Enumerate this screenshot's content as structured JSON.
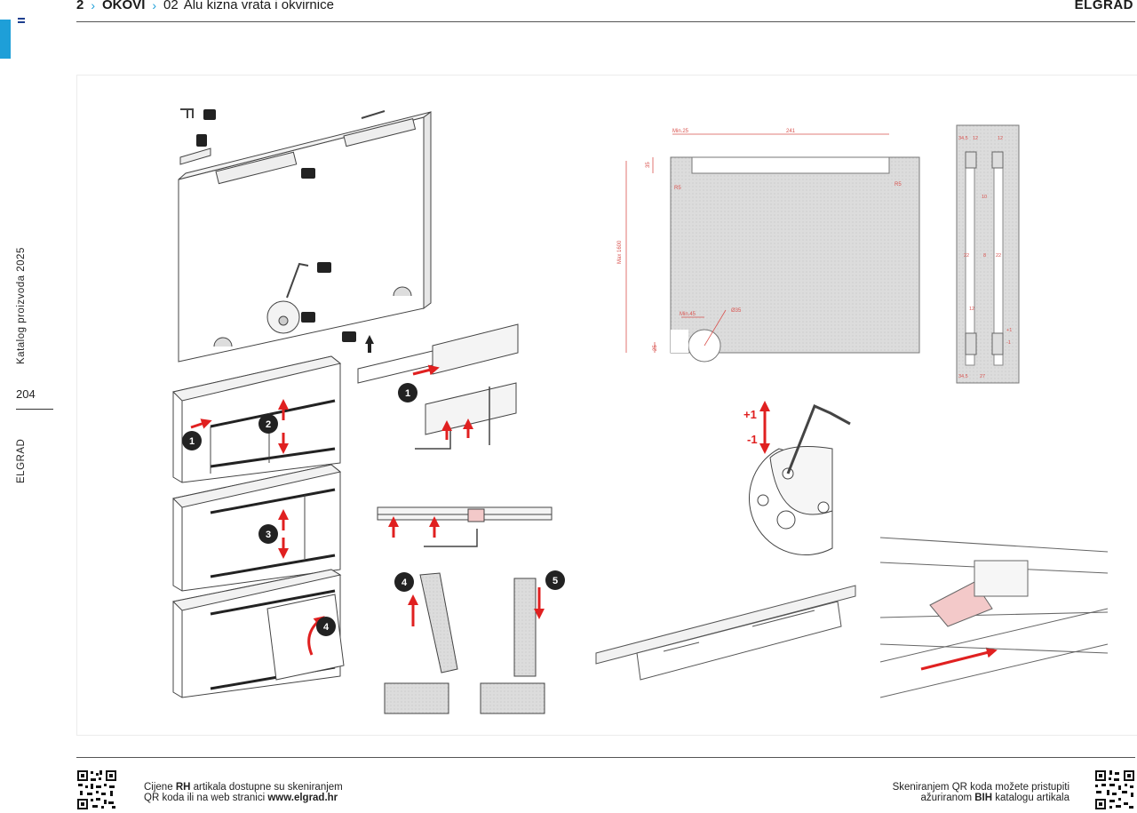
{
  "sidebar": {
    "catalog_label": "Katalog proizvoda 2025",
    "page_number": "204",
    "brand_label": "ELGRAD"
  },
  "header": {
    "chapter_number": "2",
    "chapter_title": "OKOVI",
    "section_number": "02",
    "section_title": "Alu kizna vrata i okvirnice",
    "brand": "ELGRAD"
  },
  "figure": {
    "step_numbers": [
      "1",
      "2",
      "3",
      "4",
      "5"
    ],
    "adjust_plus": "+1",
    "adjust_minus": "-1",
    "drawing_labels": {
      "min_25": "Min.25",
      "width_241": "241",
      "r5": "R5",
      "max_1600": "Max 1600",
      "min_45": "Min.45",
      "d35": "Ø35",
      "h35": "35",
      "h25": "25"
    },
    "section_labels": {
      "top_left": "34,5",
      "top_mid": "12",
      "top_right": "12",
      "inner_10": "10",
      "row_22_left": "22",
      "row_8": "8",
      "row_22_right": "22",
      "d12": "12",
      "bottom_left": "34,5",
      "bottom_mid": "27",
      "plus_one": "+1",
      "minus_one": "-1"
    }
  },
  "footer": {
    "left_line1_pre": "Cijene ",
    "left_line1_bold": "RH",
    "left_line1_post": " artikala dostupne su skeniranjem",
    "left_line2_pre": "QR koda ili na web stranici ",
    "left_line2_bold": "www.elgrad.hr",
    "right_line1": "Skeniranjem QR koda možete pristupiti",
    "right_line2_pre": "ažuriranom ",
    "right_line2_bold": "BIH",
    "right_line2_post": " katalogu artikala"
  },
  "colors": {
    "accent": "#1e9fd8",
    "arrow_red": "#e02020",
    "dimension_red": "#d9534f",
    "text_dark": "#1a1a1a"
  }
}
